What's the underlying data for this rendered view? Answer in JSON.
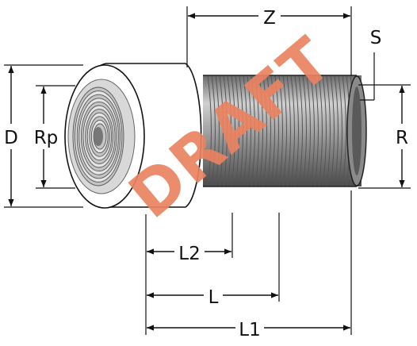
{
  "labels": {
    "z": "Z",
    "s": "S",
    "d": "D",
    "rp": "Rp",
    "r": "R",
    "l2": "L2",
    "l": "L",
    "l1": "L1"
  },
  "watermark": {
    "text": "DRAFT",
    "color": "#e9825f"
  },
  "colors": {
    "ink": "#111111",
    "thread_dark": "#555555",
    "thread_light": "#bbbbbb",
    "body_fill": "#ffffff"
  }
}
